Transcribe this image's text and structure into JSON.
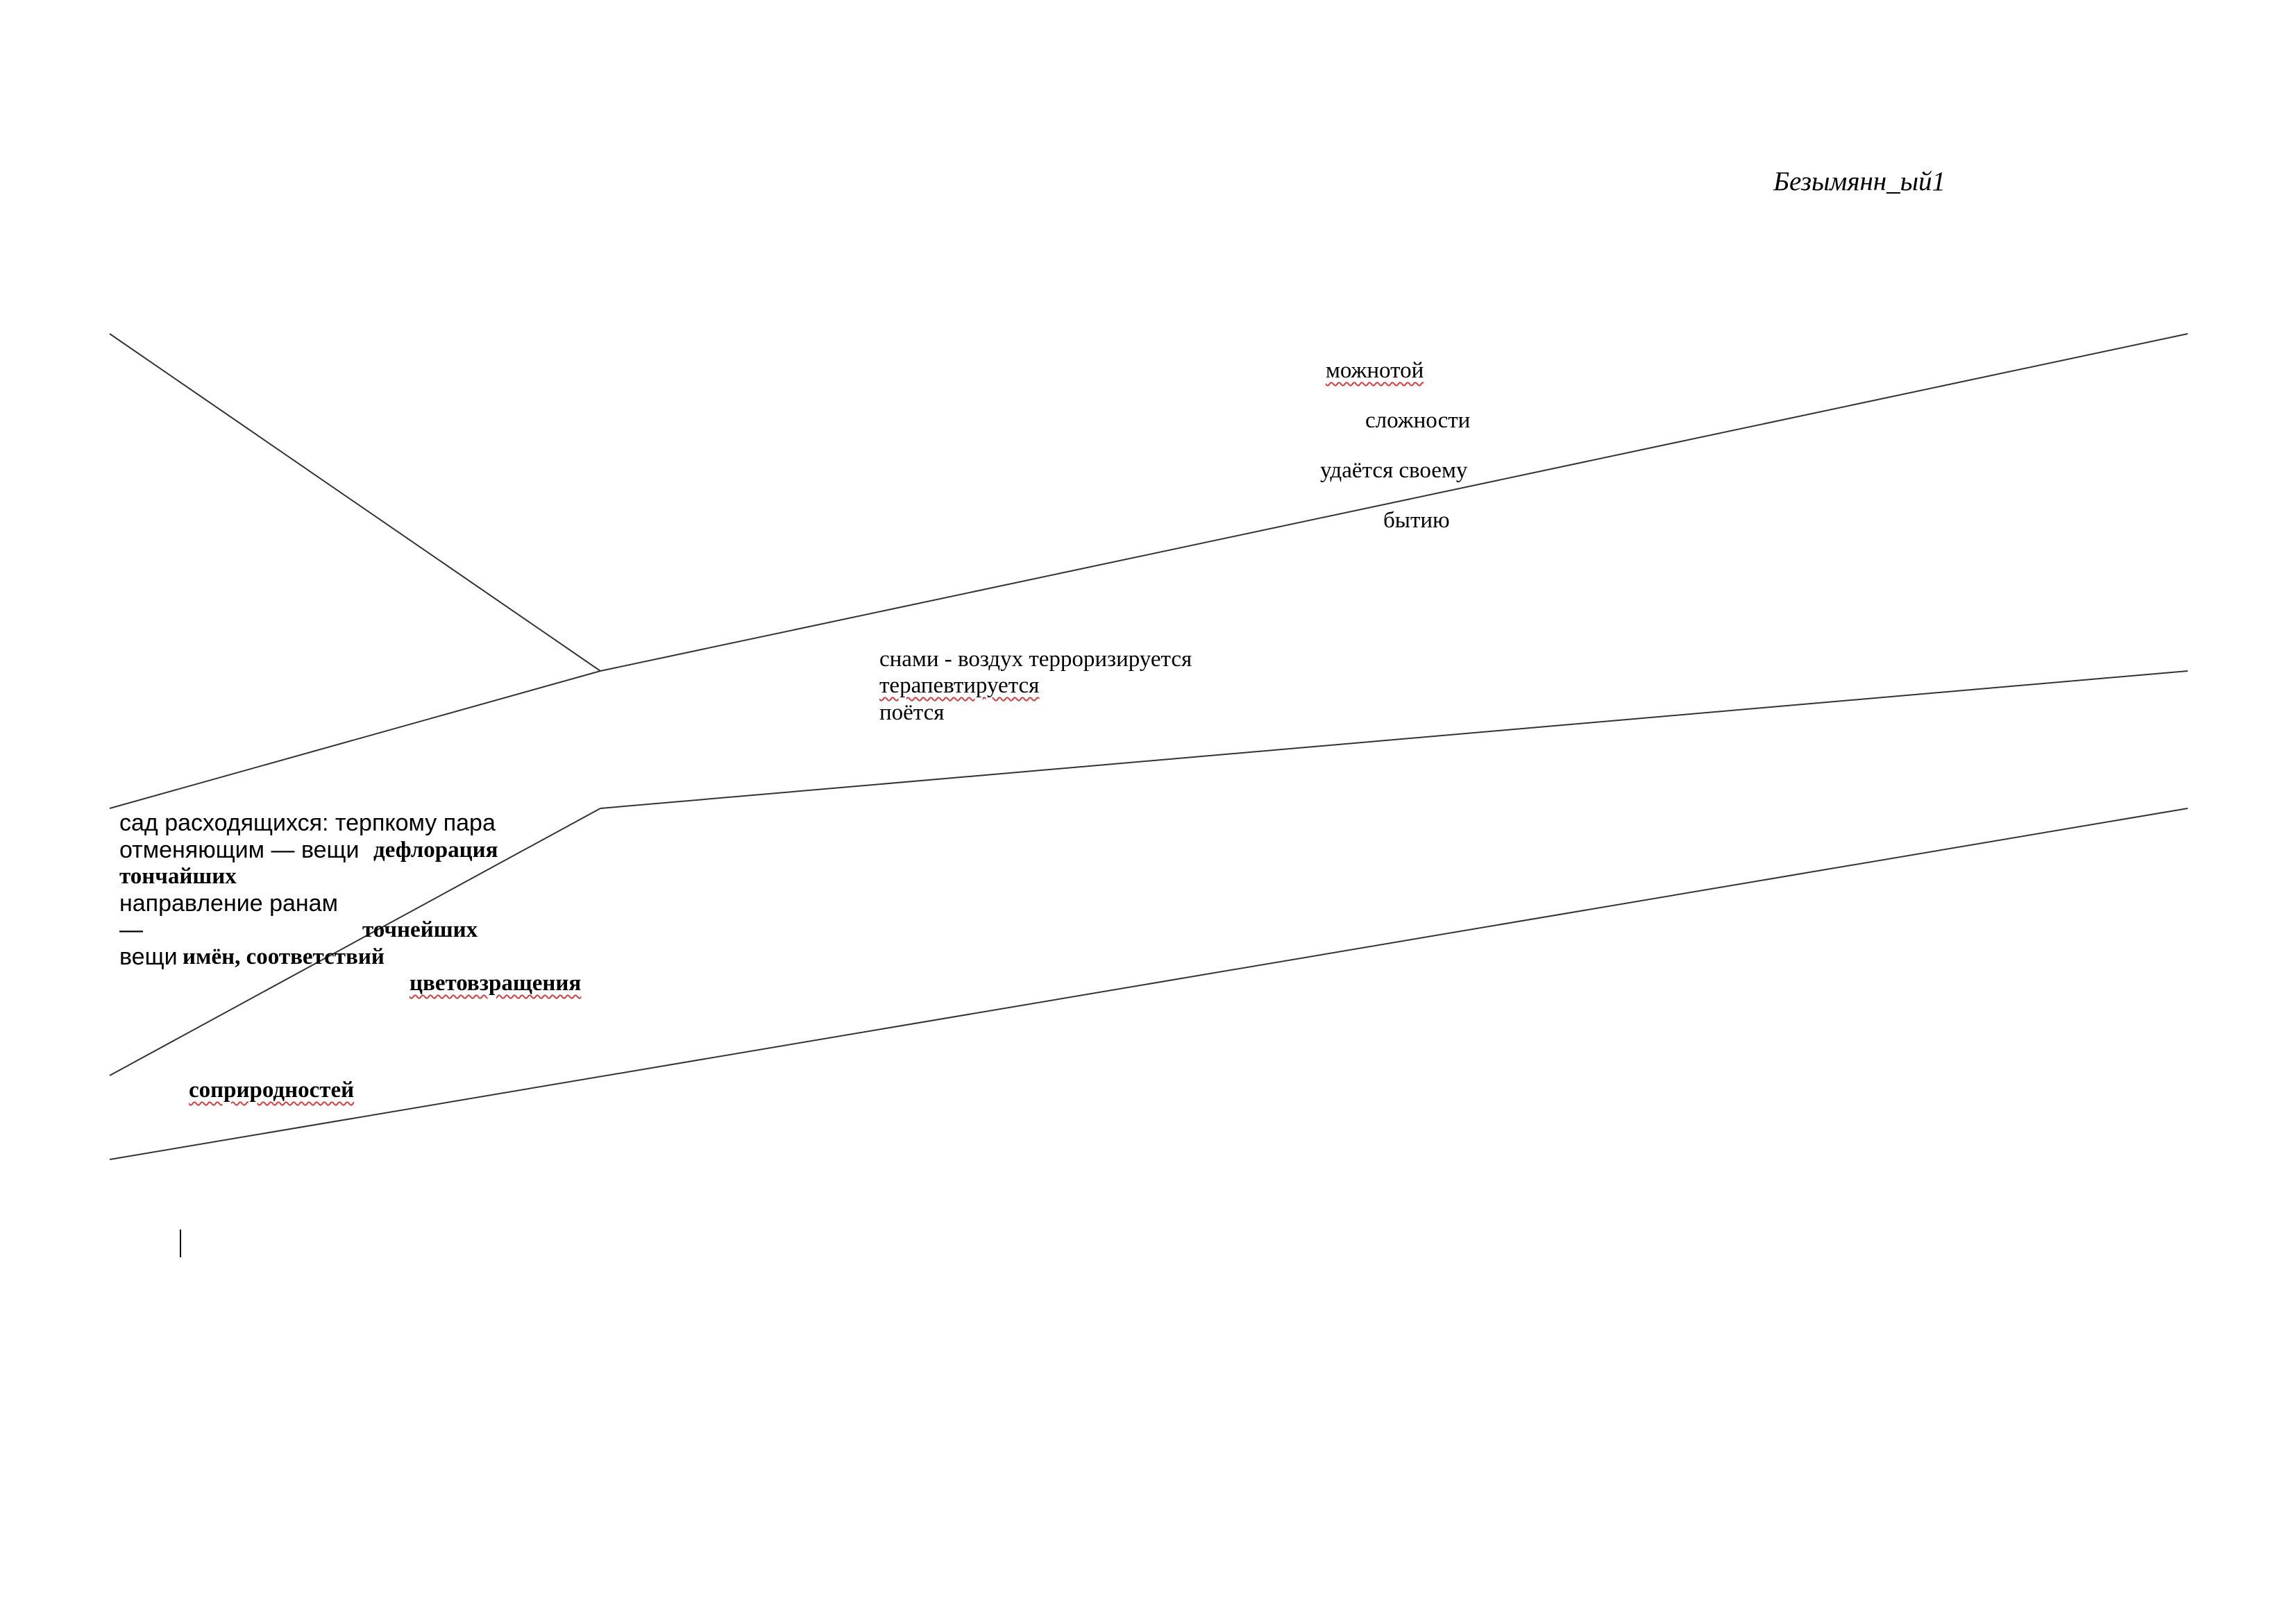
{
  "document": {
    "title": "Безымянн_ый1",
    "upper_right_block": {
      "line1": "можнотой",
      "line2": "сложности",
      "line3": "удаётся своему",
      "line4": "бытию"
    },
    "middle_block": {
      "line1": "снами - воздух терроризируется",
      "line2": "терапевтируется",
      "line3": "поётся"
    },
    "left_block": {
      "line1": "сад расходящихся: терпкому пара",
      "line2_regular": "отменяющим — вещи",
      "line2_bold": "дефлорация",
      "line3_bold": "тончайших",
      "line4": "направление ранам",
      "line5_dash": "—",
      "line5_bold": "точнейших",
      "line6_regular": "вещи",
      "line6_bold": "имён, соответствий",
      "line7_bold": "цветовзращения"
    },
    "bottom_word": "соприродностей",
    "spellcheck_underline_color": "#d04040"
  }
}
